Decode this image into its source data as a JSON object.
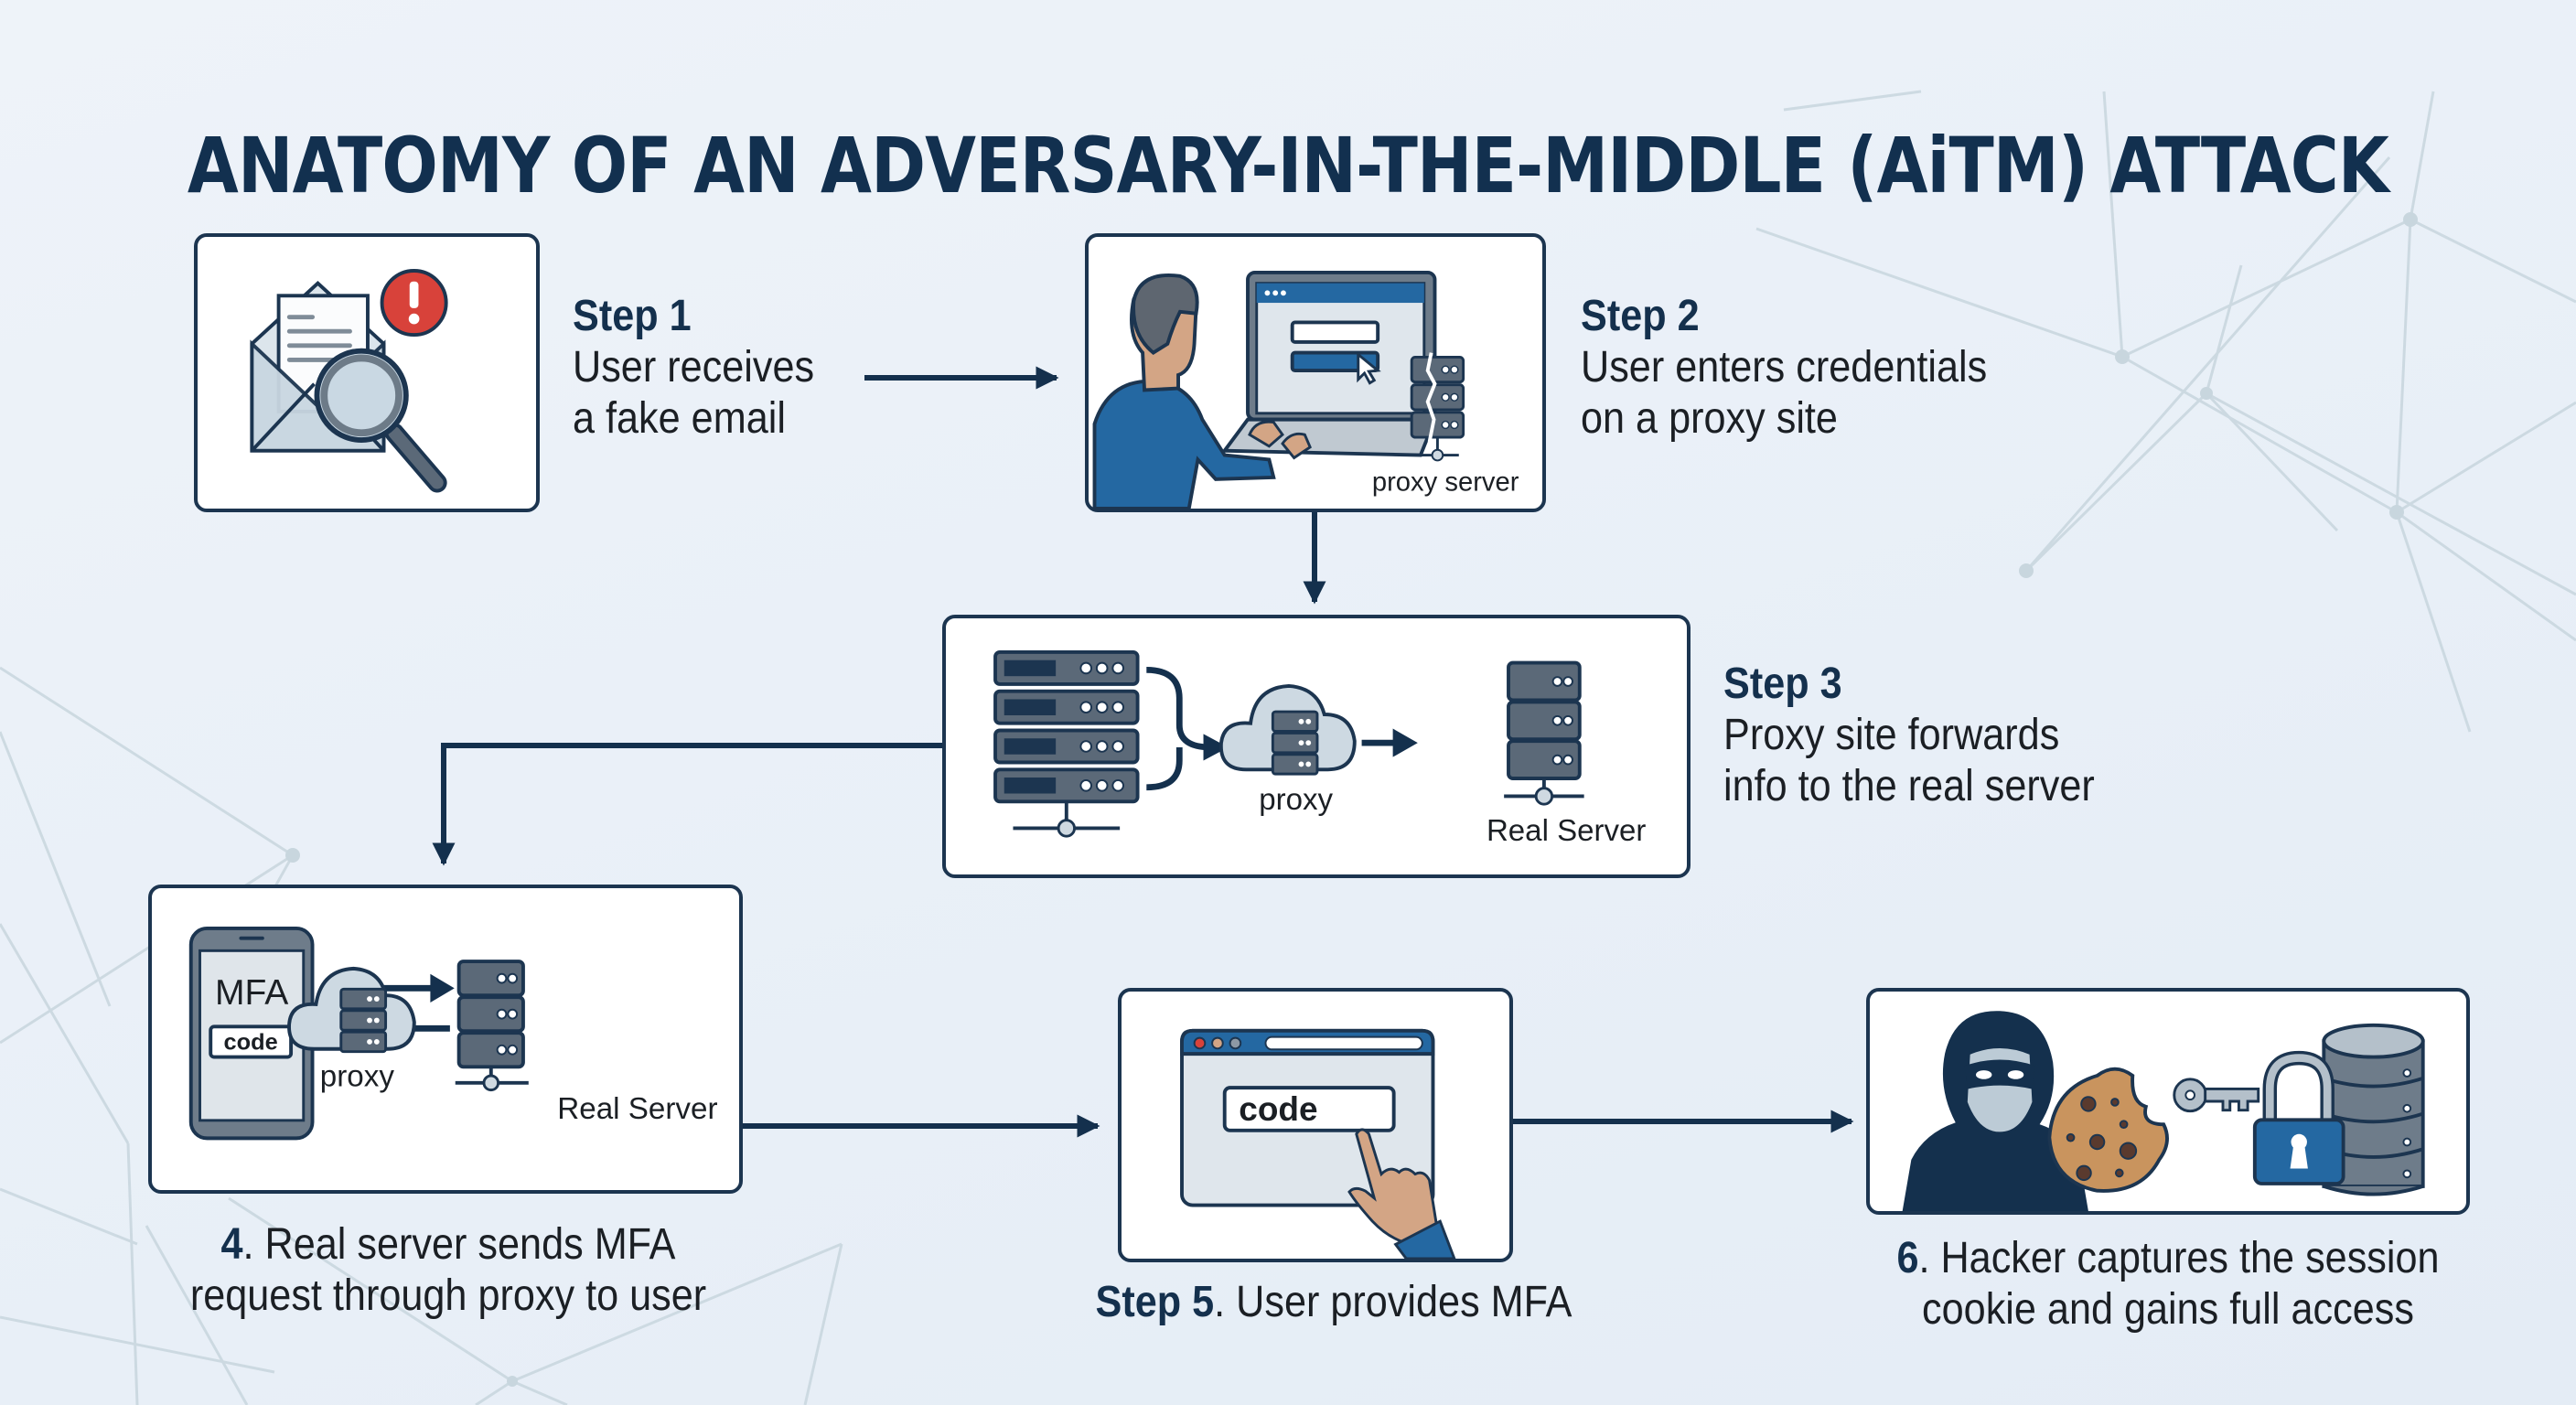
{
  "title": "ANATOMY OF AN ADVERSARY-IN-THE-MIDDLE (AiTM) ATTACK",
  "colors": {
    "navy": "#14304d",
    "border": "#1c3550",
    "blue": "#2468a2",
    "server_gray": "#5b6978",
    "light_gray": "#cfd9e1",
    "skin": "#d3a585",
    "alert_red": "#d8423a",
    "cookie": "#c9945e",
    "background": "#eaf0f7",
    "network_lines": "#c8d6de"
  },
  "steps": [
    {
      "id": 1,
      "heading": "Step 1",
      "line1": "User receives",
      "line2": "a fake email",
      "icons": [
        "envelope-icon",
        "letter-icon",
        "alert-badge-icon",
        "magnifier-icon"
      ]
    },
    {
      "id": 2,
      "heading": "Step 2",
      "line1": "User enters credentials",
      "line2": "on a proxy site",
      "illustration_label": "proxy server",
      "icons": [
        "user-at-laptop-icon",
        "login-form-icon",
        "cursor-icon",
        "cracked-server-icon"
      ]
    },
    {
      "id": 3,
      "heading": "Step 3",
      "line1": "Proxy site forwards",
      "line2": "info to the real server",
      "proxy_label": "proxy",
      "server_label": "Real Server",
      "icons": [
        "server-rack-icon",
        "cloud-proxy-icon",
        "real-server-icon"
      ]
    },
    {
      "id": 4,
      "number": "4",
      "line1_rest": ". Real server sends MFA",
      "line2": "request through proxy to user",
      "phone_title": "MFA",
      "phone_code": "code",
      "proxy_label": "proxy",
      "server_label": "Real Server",
      "icons": [
        "phone-icon",
        "cloud-proxy-icon",
        "real-server-icon"
      ]
    },
    {
      "id": 5,
      "number": "Step 5",
      "line1_rest": ". User provides MFA",
      "input_value": "code",
      "icons": [
        "browser-window-icon",
        "pointing-hand-icon"
      ]
    },
    {
      "id": 6,
      "number": "6",
      "line1_rest": ". Hacker captures the session",
      "line2": "cookie and gains full access",
      "icons": [
        "hacker-icon",
        "cookie-icon",
        "key-icon",
        "padlock-icon",
        "database-icon"
      ]
    }
  ],
  "flow": [
    "1→2",
    "2→3",
    "3→4",
    "4→5",
    "5→6"
  ]
}
